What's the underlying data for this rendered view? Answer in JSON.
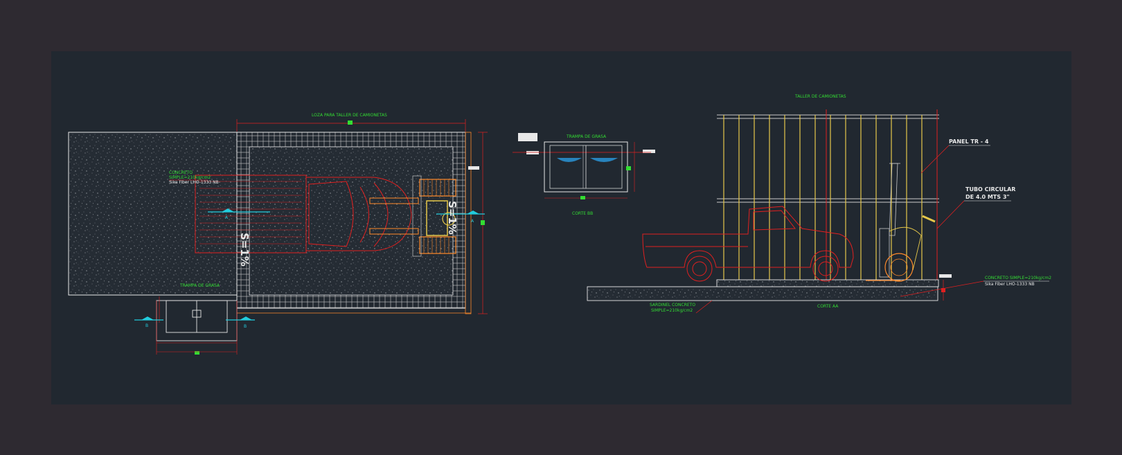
{
  "colors": {
    "background": "#2e2a31",
    "sheet": "#212830",
    "outline": "#e8e8e8",
    "vehicle": "#e02020",
    "annotation_green": "#33dd33",
    "section_cyan": "#22ccdd",
    "column_yellow": "#e6c84a",
    "lift_orange": "#ff8a2a",
    "water_blue": "#2a9ae0"
  },
  "plan": {
    "title": "LOZA PARA TALLER DE CAMIONETAS",
    "note_line1": "CONCRETO",
    "note_line2": "SIMPLE=210kg/cm2",
    "note_line3": "Sika Fiber LHO-1333 NB",
    "trap_label": "TRAMPA DE GRASA",
    "section_a": "A",
    "section_b": "B",
    "slope": "S=1%"
  },
  "section_bb": {
    "title": "TRAMPA DE GRASA",
    "caption": "CORTE BB"
  },
  "section_aa": {
    "title": "TALLER DE CAMIONETAS",
    "panel_label": "PANEL TR - 4",
    "tube_line1": "TUBO CIRCULAR",
    "tube_line2": "DE 4.0 MTS 3\"",
    "concrete_line1": "CONCRETO SIMPLE=210kg/cm2",
    "concrete_line2": "Sika Fiber LHO-1333 NB",
    "sardinel_line1": "SARDINEL CONCRETO",
    "sardinel_line2": "SIMPLE=210kg/cm2",
    "caption": "CORTE AA"
  }
}
